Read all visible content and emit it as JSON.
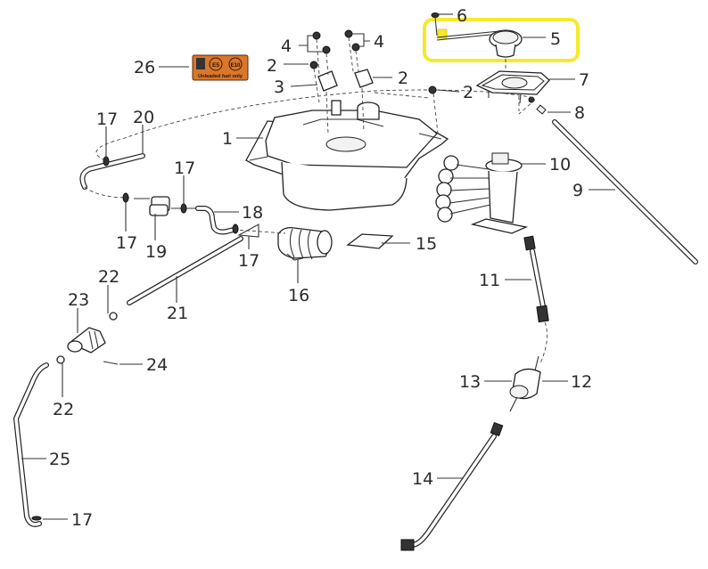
{
  "diagram": {
    "title": "Fuel tank assembly exploded view",
    "highlight_color": "#f5ea2a",
    "label_color": "#2a2a2a",
    "fuel_label": {
      "bg_color": "#d9772b",
      "text": "Unleaded fuel only",
      "badge1": "E5",
      "badge2": "E10"
    },
    "callouts": [
      {
        "id": "c1",
        "num": "1"
      },
      {
        "id": "c2a",
        "num": "2"
      },
      {
        "id": "c2b",
        "num": "2"
      },
      {
        "id": "c2c",
        "num": "2"
      },
      {
        "id": "c3",
        "num": "3"
      },
      {
        "id": "c4a",
        "num": "4"
      },
      {
        "id": "c4b",
        "num": "4"
      },
      {
        "id": "c5",
        "num": "5"
      },
      {
        "id": "c6",
        "num": "6"
      },
      {
        "id": "c7",
        "num": "7"
      },
      {
        "id": "c8",
        "num": "8"
      },
      {
        "id": "c9",
        "num": "9"
      },
      {
        "id": "c10",
        "num": "10"
      },
      {
        "id": "c11",
        "num": "11"
      },
      {
        "id": "c12",
        "num": "12"
      },
      {
        "id": "c13",
        "num": "13"
      },
      {
        "id": "c14",
        "num": "14"
      },
      {
        "id": "c15",
        "num": "15"
      },
      {
        "id": "c16",
        "num": "16"
      },
      {
        "id": "c17a",
        "num": "17"
      },
      {
        "id": "c17b",
        "num": "17"
      },
      {
        "id": "c17c",
        "num": "17"
      },
      {
        "id": "c17d",
        "num": "17"
      },
      {
        "id": "c17e",
        "num": "17"
      },
      {
        "id": "c18",
        "num": "18"
      },
      {
        "id": "c19",
        "num": "19"
      },
      {
        "id": "c20",
        "num": "20"
      },
      {
        "id": "c21",
        "num": "21"
      },
      {
        "id": "c22a",
        "num": "22"
      },
      {
        "id": "c22b",
        "num": "22"
      },
      {
        "id": "c23",
        "num": "23"
      },
      {
        "id": "c24",
        "num": "24"
      },
      {
        "id": "c25",
        "num": "25"
      },
      {
        "id": "c26",
        "num": "26"
      }
    ],
    "highlighted_part": "5"
  }
}
